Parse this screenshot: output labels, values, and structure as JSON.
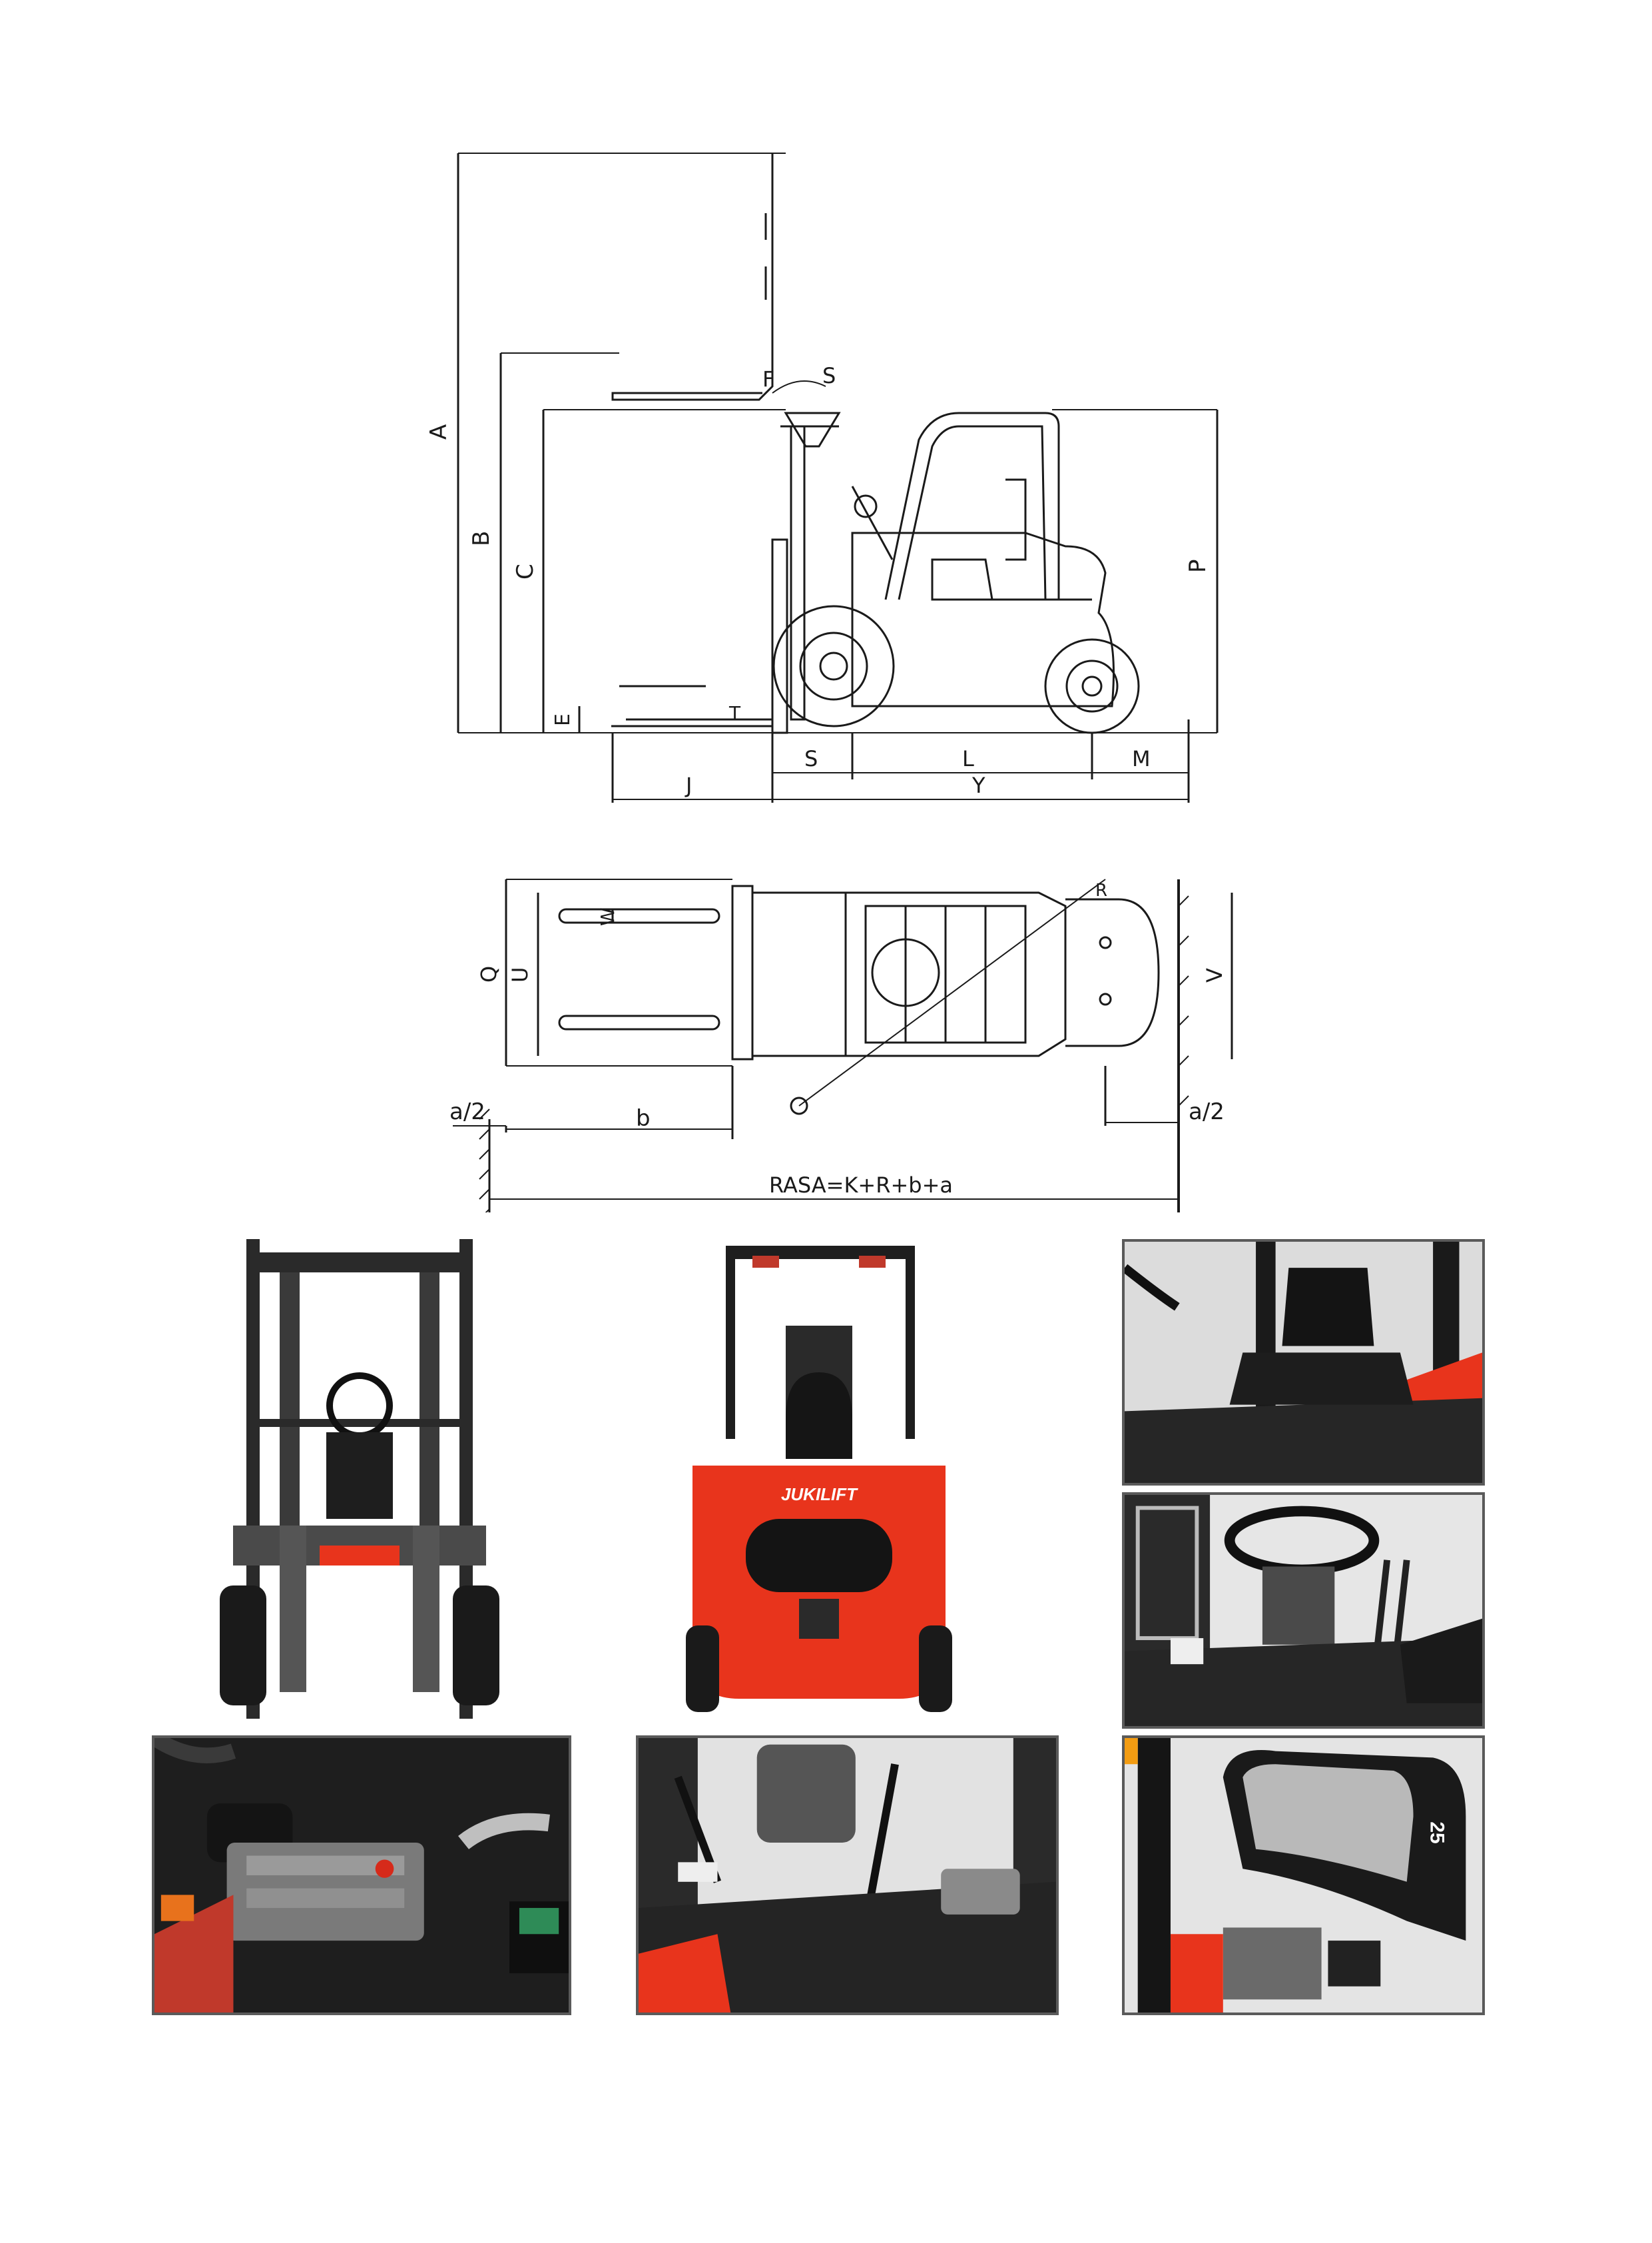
{
  "side_view": {
    "labels": {
      "A": "A",
      "B": "B",
      "C": "C",
      "E": "E",
      "F": "F",
      "S_tilt": "S",
      "P": "P",
      "T": "T",
      "S": "S",
      "L": "L",
      "M": "M",
      "J": "J",
      "Y": "Y"
    }
  },
  "top_view": {
    "labels": {
      "Q": "Q",
      "U": "U",
      "W": "W",
      "V": "V",
      "R": "R",
      "a2_left": "a/2",
      "b": "b",
      "a2_right": "a/2",
      "rasa": "RASA=K+R+b+a"
    }
  },
  "photos": {
    "rear_brand": "JUKILIFT",
    "cabin_number": "25"
  },
  "colors": {
    "line": "#1a1a1a",
    "frame": "#5a5a5a",
    "brand_red": "#e8341c",
    "dark": "#2a2a2a"
  }
}
